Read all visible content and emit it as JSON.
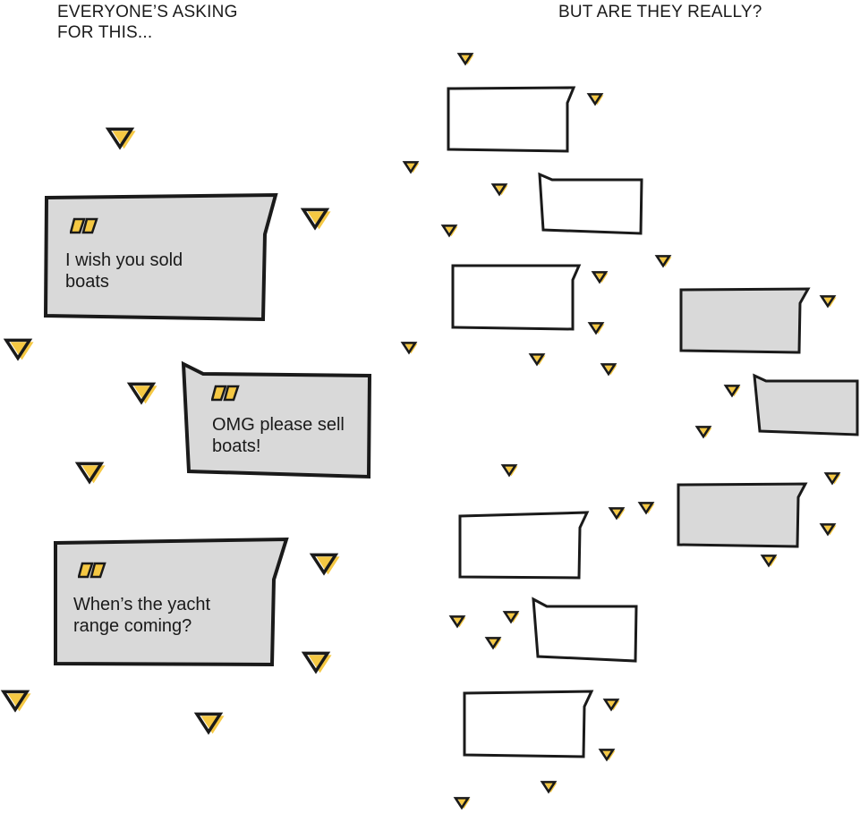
{
  "headings": {
    "left": "EVERYONE’S ASKING\nFOR THIS...",
    "right": "BUT ARE THEY REALLY?"
  },
  "quotes": [
    {
      "text_line1": "I wish you sold",
      "text_line2": "boats"
    },
    {
      "text_line1": "OMG please sell",
      "text_line2": "boats!"
    },
    {
      "text_line1": "When’s the yacht",
      "text_line2": "range coming?"
    }
  ],
  "colors": {
    "outline": "#1a1a1a",
    "bubble_fill": "#d9d9d9",
    "empty_fill": "#ffffff",
    "accent": "#f5c843"
  },
  "icons": {
    "quote": "quote-mark-icon",
    "triangle": "triangle-icon"
  }
}
